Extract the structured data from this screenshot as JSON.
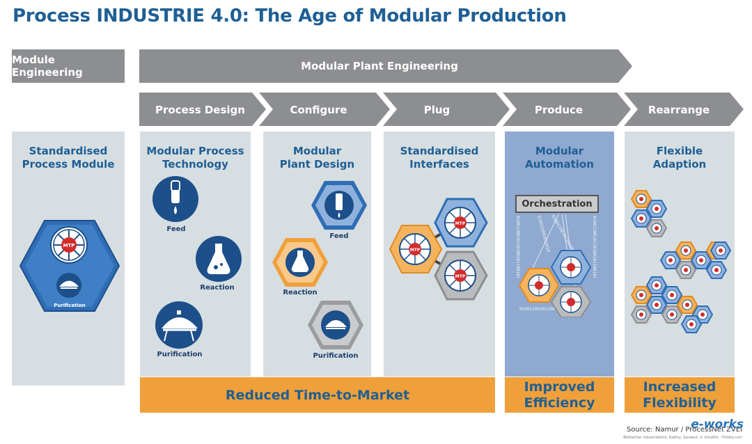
{
  "title": "Process INDUSTRIE 4.0: The Age of Modular Production",
  "module_engineering": "Module Engineering",
  "modular_plant_engineering": "Modular Plant Engineering",
  "phases": [
    "Process Design",
    "Configure",
    "Plug",
    "Produce",
    "Rearrange"
  ],
  "columns": [
    {
      "line1": "Standardised",
      "line2": "Process Module"
    },
    {
      "line1": "Modular Process",
      "line2": "Technology"
    },
    {
      "line1": "Modular",
      "line2": "Plant Design"
    },
    {
      "line1": "Standardised",
      "line2": "Interfaces"
    },
    {
      "line1": "Modular",
      "line2": "Automation"
    },
    {
      "line1": "Flexible",
      "line2": "Adaption"
    }
  ],
  "labels": {
    "mtp": "MTP",
    "feed": "Feed",
    "reaction": "Reaction",
    "purification": "Purification",
    "orchestration": "Orchestration"
  },
  "outcomes": {
    "time_to_market": "Reduced Time-to-Market",
    "efficiency_1": "Improved",
    "efficiency_2": "Efficiency",
    "flexibility_1": "Increased",
    "flexibility_2": "Flexibility"
  },
  "binary_text": "01001100101101001011001010011010010",
  "source": "Source: Namur / ProcessNet ZVEI",
  "source_sub": "Bildrechte: Industrieblick, Kadmy, Sarawut, V, drivePro - Fotolia.com",
  "watermark": "e-works",
  "colors": {
    "title_blue": "#1f5f94",
    "gray": "#8c8e91",
    "panel": "#d6dee2",
    "panel_blue": "#8fa9d0",
    "orange": "#f0a03a",
    "hex_blue": "#2f6db5",
    "hex_orange": "#f5b35e",
    "hex_gray": "#9a9c9f",
    "mtp_red": "#d22b2b"
  }
}
